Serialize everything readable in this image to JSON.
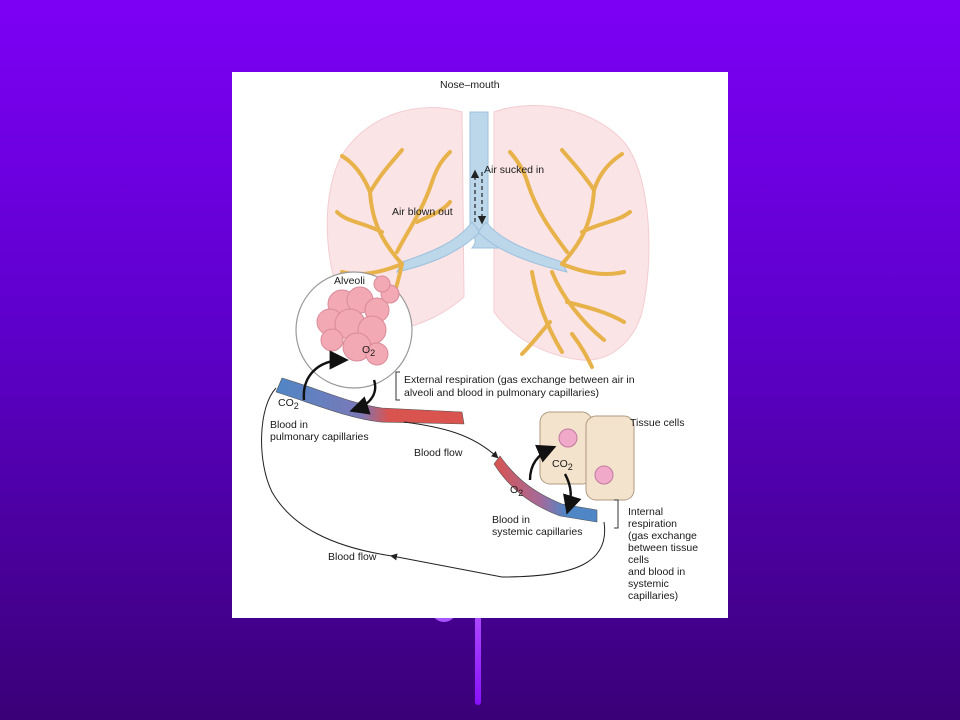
{
  "diagram": {
    "nose_mouth": "Nose–mouth",
    "air_sucked_in": "Air sucked in",
    "air_blown_out": "Air blown out",
    "alveoli": "Alveoli",
    "o2": "O",
    "o2_sub": "2",
    "co2": "CO",
    "co2_sub": "2",
    "external_respiration": [
      "External respiration (gas exchange between air in",
      "alveoli and blood in pulmonary capillaries)"
    ],
    "blood_pulmonary": [
      "Blood in",
      "pulmonary capillaries"
    ],
    "blood_flow_1": "Blood flow",
    "tissue_cells": "Tissue cells",
    "blood_systemic": [
      "Blood in",
      "systemic capillaries"
    ],
    "internal_respiration": [
      "Internal",
      "respiration",
      "(gas exchange",
      "between tissue",
      "cells",
      "and blood in",
      "systemic",
      "capillaries)"
    ],
    "blood_flow_2": "Blood flow"
  },
  "colors": {
    "background_top": "#7d00f5",
    "background_bottom": "#3a0077",
    "lung_tissue": "#fbe4e6",
    "bronchi": "#e8b24a",
    "trachea": "#bcd6ea",
    "alveoli": "#f2a9b4",
    "oxygenated_blood": "#d9534f",
    "deoxygenated_blood": "#4f86c6",
    "tissue_cell": "#f3e2cc"
  }
}
